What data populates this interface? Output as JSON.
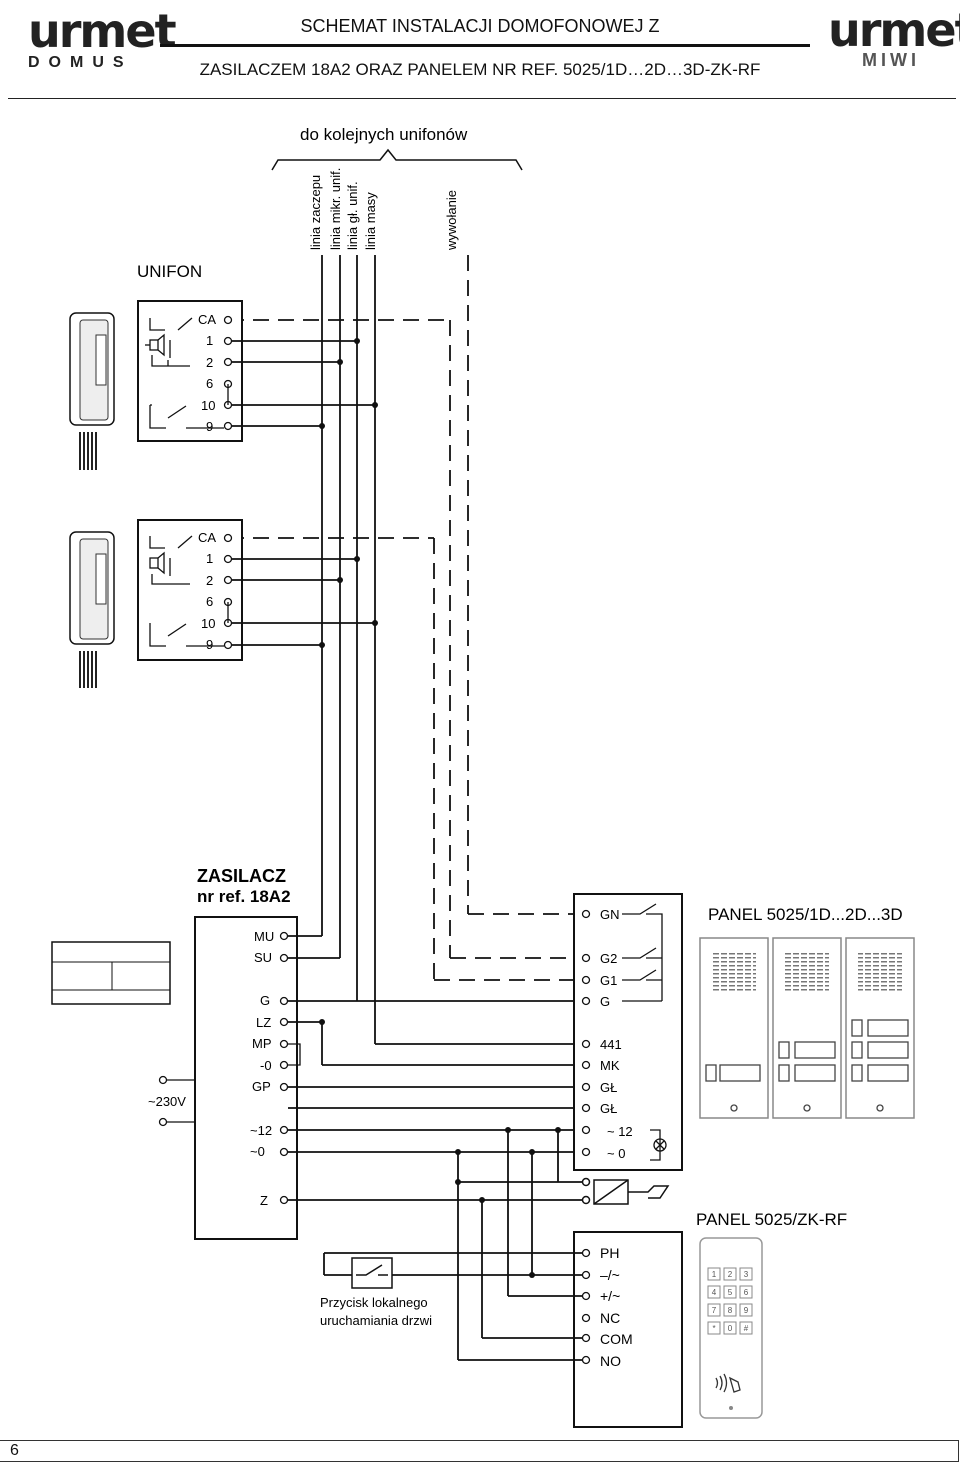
{
  "header": {
    "logo_left": {
      "brand": "urmet",
      "sub": "DOMUS"
    },
    "logo_right": {
      "brand": "urmet",
      "sub": "MIWI"
    },
    "title_line1": "SCHEMAT INSTALACJI DOMOFONOWEJ Z",
    "title_line2": "ZASILACZEM 18A2 ORAZ PANELEM NR REF. 5025/1D…2D…3D-ZK-RF"
  },
  "diagram": {
    "bus_label": "do kolejnych unifonów",
    "lines": [
      "linia zaczepu",
      "linia mikr. unif.",
      "linia gł. unif.",
      "linia masy"
    ],
    "call_line": "wywołanie",
    "unifon_label": "UNIFON",
    "unifon_terminals": [
      "CA",
      "1",
      "2",
      "6",
      "10",
      "9"
    ],
    "psu_title_line1": "ZASILACZ",
    "psu_title_line2": "nr ref. 18A2",
    "psu_terminals": [
      "MU",
      "SU",
      "G",
      "LZ",
      "MP",
      "-0",
      "GP",
      "~12",
      "~0",
      "Z"
    ],
    "mains_label": "~230V",
    "panel_terminals": [
      "GN",
      "G2",
      "G1",
      "G",
      "441",
      "MK",
      "GŁ",
      "GŁ",
      "~ 12",
      "~ 0"
    ],
    "panel_label": "PANEL 5025/1D...2D...3D",
    "zk_terminals": [
      "PH",
      "–/~",
      "+/~",
      "NC",
      "COM",
      "NO"
    ],
    "zk_label": "PANEL 5025/ZK-RF",
    "button_label_line1": "Przycisk lokalnego",
    "button_label_line2": "uruchamiania drzwi",
    "keypad": [
      "1",
      "2",
      "3",
      "4",
      "5",
      "6",
      "7",
      "8",
      "9",
      "*",
      "0",
      "#"
    ]
  },
  "footer": {
    "page_number": "6"
  }
}
